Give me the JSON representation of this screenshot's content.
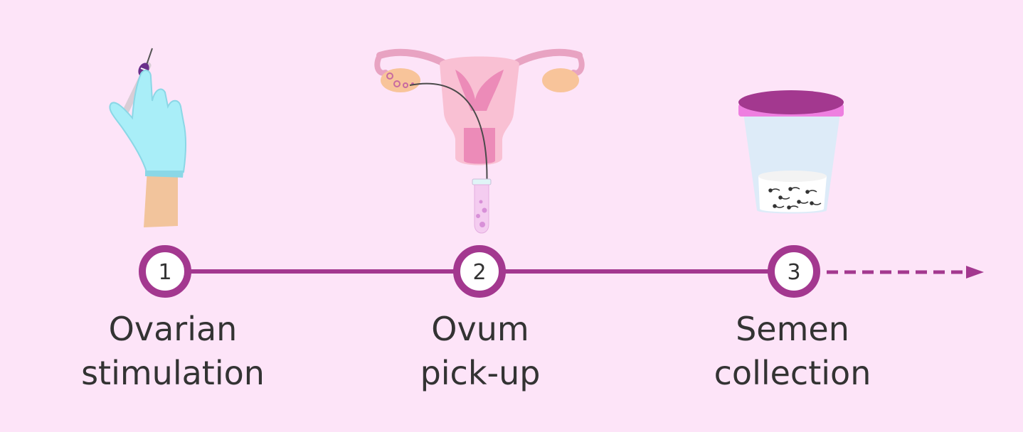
{
  "colors": {
    "background": "#fde4f8",
    "timeline": "#a3388f",
    "text": "#333333"
  },
  "steps": [
    {
      "number": "1",
      "label_line1": "Ovarian",
      "label_line2": "stimulation",
      "icon": "gloved-hand-with-injection-pen-icon"
    },
    {
      "number": "2",
      "label_line1": "Ovum",
      "label_line2": "pick-up",
      "icon": "uterus-with-aspiration-needle-and-test-tube-icon"
    },
    {
      "number": "3",
      "label_line1": "Semen",
      "label_line2": "collection",
      "icon": "sample-cup-with-sperm-icon"
    }
  ],
  "continuation": "dashed-arrow-right-icon"
}
